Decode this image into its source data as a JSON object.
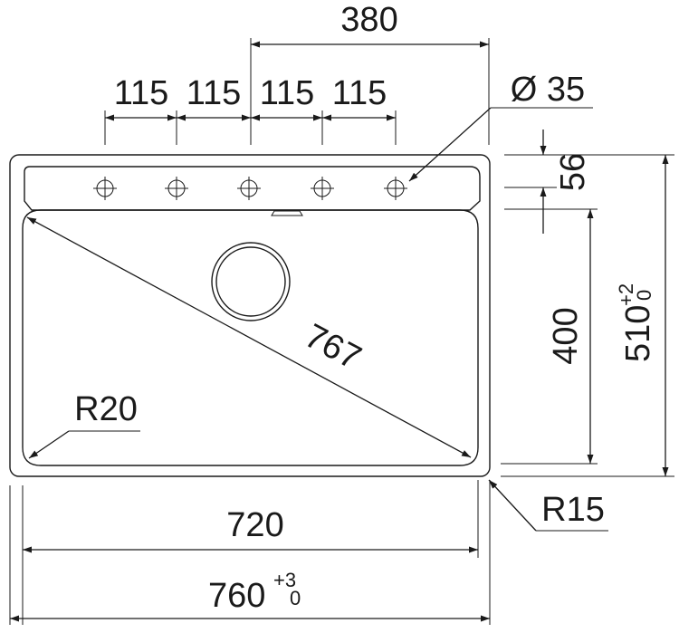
{
  "dimensions": {
    "top_overall": "380",
    "hole_spacing": [
      "115",
      "115",
      "115",
      "115"
    ],
    "hole_diameter": "Ø 35",
    "shelf_depth": "56",
    "bowl_depth": "400",
    "overall_height": "510",
    "overall_height_tol_upper": "+2",
    "overall_height_tol_lower": "0",
    "diagonal": "767",
    "inner_radius": "R20",
    "outer_radius": "R15",
    "bowl_width": "720",
    "overall_width": "760",
    "overall_width_tol_upper": "+3",
    "overall_width_tol_lower": "0"
  },
  "colors": {
    "line": "#1a1a1a",
    "background": "#ffffff"
  }
}
